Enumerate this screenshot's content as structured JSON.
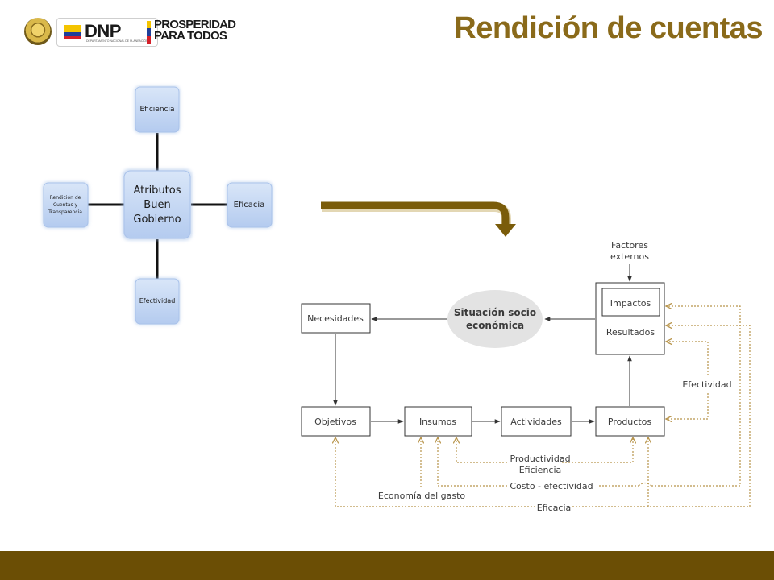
{
  "header": {
    "title": "Rendición de cuentas",
    "dnp_logo_text": "DNP",
    "dnp_logo_subtext": "DEPARTAMENTO NACIONAL DE PLANEACIÓN",
    "slogan_line1": "PROSPERIDAD",
    "slogan_line2": "PARA TODOS"
  },
  "attributes_diagram": {
    "center_lines": [
      "Atributos",
      "Buen",
      "Gobierno"
    ],
    "top": "Eficiencia",
    "right": "Eficacia",
    "bottom": "Efectividad",
    "left_lines": [
      "Rendición de",
      "Cuentas y",
      "Transparencia"
    ]
  },
  "flow_diagram": {
    "factores_lines": [
      "Factores",
      "externos"
    ],
    "impactos": "Impactos",
    "resultados": "Resultados",
    "situacion_lines": [
      "Situación socio",
      "económica"
    ],
    "necesidades": "Necesidades",
    "objetivos": "Objetivos",
    "insumos": "Insumos",
    "actividades": "Actividades",
    "productos": "Productos",
    "efectividad": "Efectividad",
    "productividad_lines": [
      "Productividad",
      "Eficiencia"
    ],
    "costo": "Costo - efectividad",
    "economia": "Economía del gasto",
    "eficacia": "Eficacia"
  },
  "colors": {
    "title": "#8a6a1a",
    "footer": "#6b4e05",
    "arrow": "#7a5c0a",
    "dotted": "#b8944a",
    "box_fill": "#c6d9f5"
  }
}
